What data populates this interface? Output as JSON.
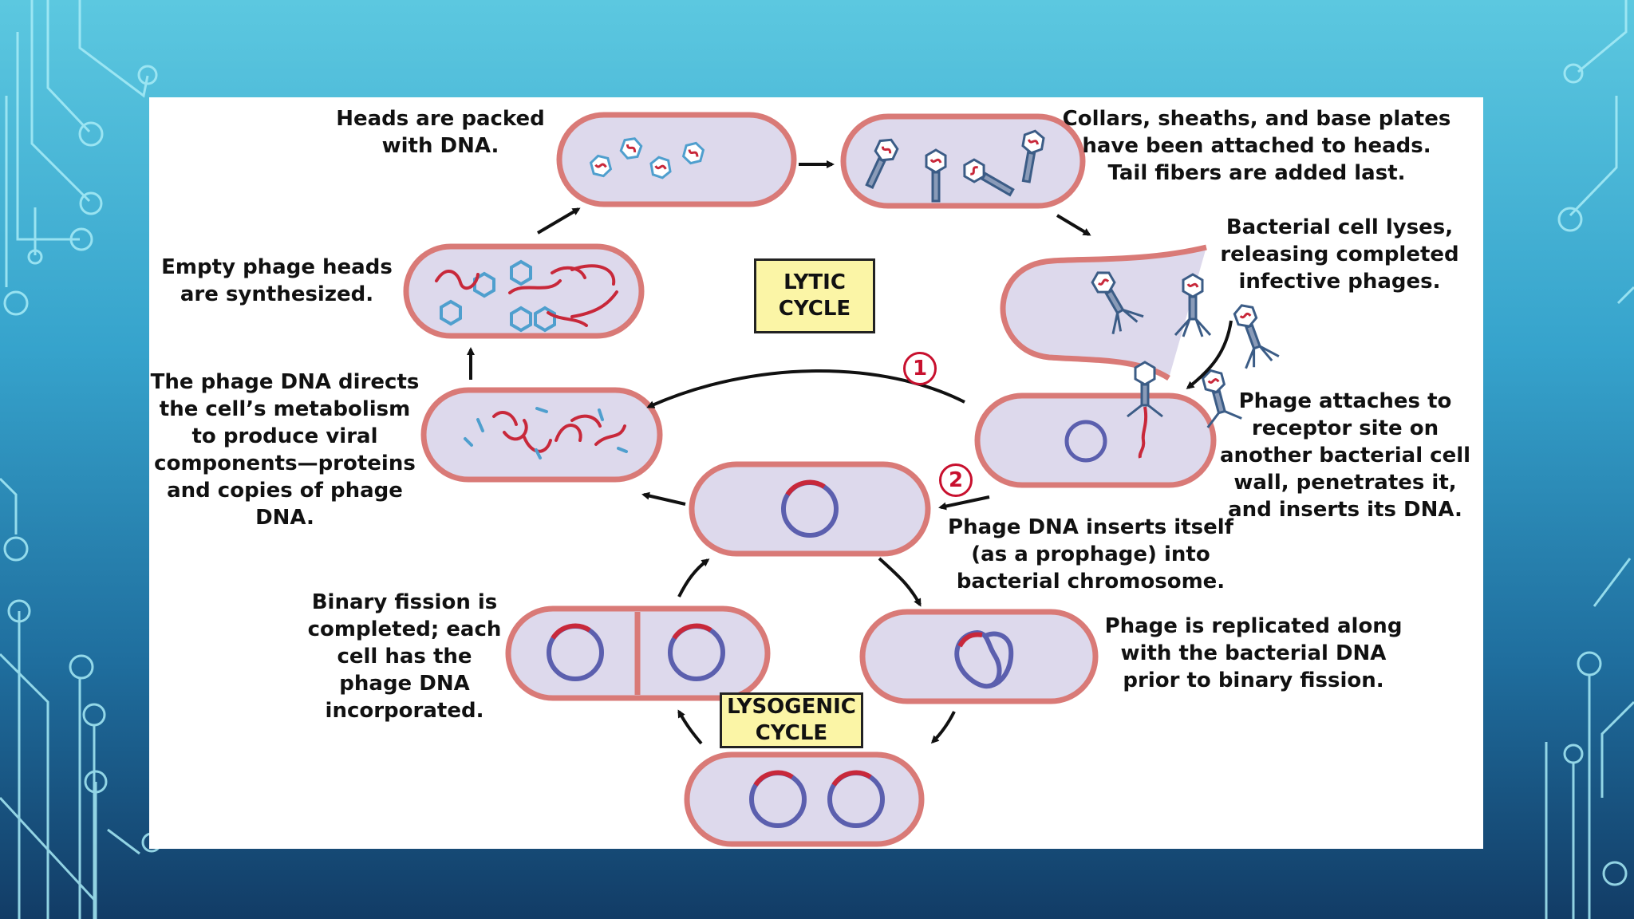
{
  "colors": {
    "cell_membrane": "#d97a77",
    "cell_fill": "#ddd9ec",
    "phage_dna": "#c8283a",
    "bacterial_dna": "#5b5fae",
    "capsid": "#4f9fce",
    "cycle_box_fill": "#fbf5a6",
    "step_number": "#c8102e"
  },
  "icons": [
    "phage-icon",
    "empty-capsid-icon",
    "dna-strand-icon",
    "chromosome-icon",
    "arrow-icon"
  ],
  "labels": {
    "heads_packed": "Heads are packed\nwith DNA.",
    "collars": "Collars, sheaths, and base plates\nhave been attached to heads.\nTail fibers are added last.",
    "empty_heads": "Empty phage heads\nare synthesized.",
    "lyses": "Bacterial cell lyses,\nreleasing completed\ninfective phages.",
    "directs": "The phage DNA directs\nthe cell’s metabolism\nto produce viral\ncomponents—proteins\nand copies of phage\nDNA.",
    "attaches": "Phage attaches to\nreceptor site on\nanother bacterial cell\nwall, penetrates it,\nand inserts its DNA.",
    "inserts": "Phage DNA inserts itself\n(as a prophage) into\nbacterial chromosome.",
    "binary_fission": "Binary fission is\ncompleted; each\ncell has the\nphage DNA\nincorporated.",
    "replicated": "Phage is replicated along\nwith the bacterial DNA\nprior to binary fission."
  },
  "cycles": {
    "lytic": "LYTIC\nCYCLE",
    "lysogenic": "LYSOGENIC\nCYCLE"
  },
  "steps": {
    "one": "1",
    "two": "2"
  }
}
